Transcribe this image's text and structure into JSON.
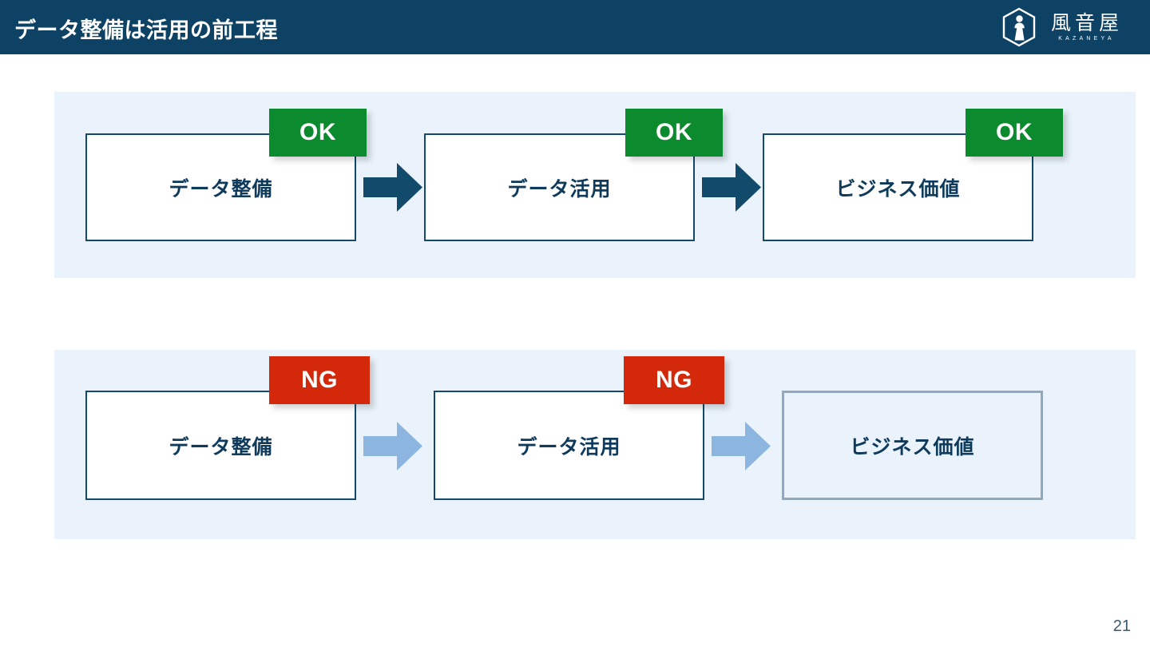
{
  "header": {
    "title": "データ整備は活用の前工程",
    "logo": {
      "mark": "hexagon-figure-logo-icon",
      "name_ja": "風音屋",
      "name_en": "KAZANEYA"
    },
    "background_color": "#0E4265"
  },
  "colors": {
    "header_navy": "#0E4265",
    "panel_bg": "#EAF3FC",
    "box_border_navy": "#134A6B",
    "box_border_muted": "#8FAABE",
    "label_navy": "#0E3A5C",
    "arrow_navy": "#124A6B",
    "arrow_light_blue": "#8CB6E0",
    "badge_ok_green": "#0C8A2E",
    "badge_ng_red": "#D3290A",
    "page_number": "#3C5A6E"
  },
  "flows": [
    {
      "id": "ok-flow",
      "status": "ok",
      "arrow_color": "#124A6B",
      "stages": [
        {
          "label": "データ整備",
          "muted": false,
          "badge": "OK"
        },
        {
          "label": "データ活用",
          "muted": false,
          "badge": "OK"
        },
        {
          "label": "ビジネス価値",
          "muted": false,
          "badge": "OK"
        }
      ]
    },
    {
      "id": "ng-flow",
      "status": "ng",
      "arrow_color": "#8CB6E0",
      "stages": [
        {
          "label": "データ整備",
          "muted": false,
          "badge": "NG"
        },
        {
          "label": "データ活用",
          "muted": false,
          "badge": "NG"
        },
        {
          "label": "ビジネス価値",
          "muted": true,
          "badge": null
        }
      ]
    }
  ],
  "footer": {
    "page_number": "21"
  }
}
